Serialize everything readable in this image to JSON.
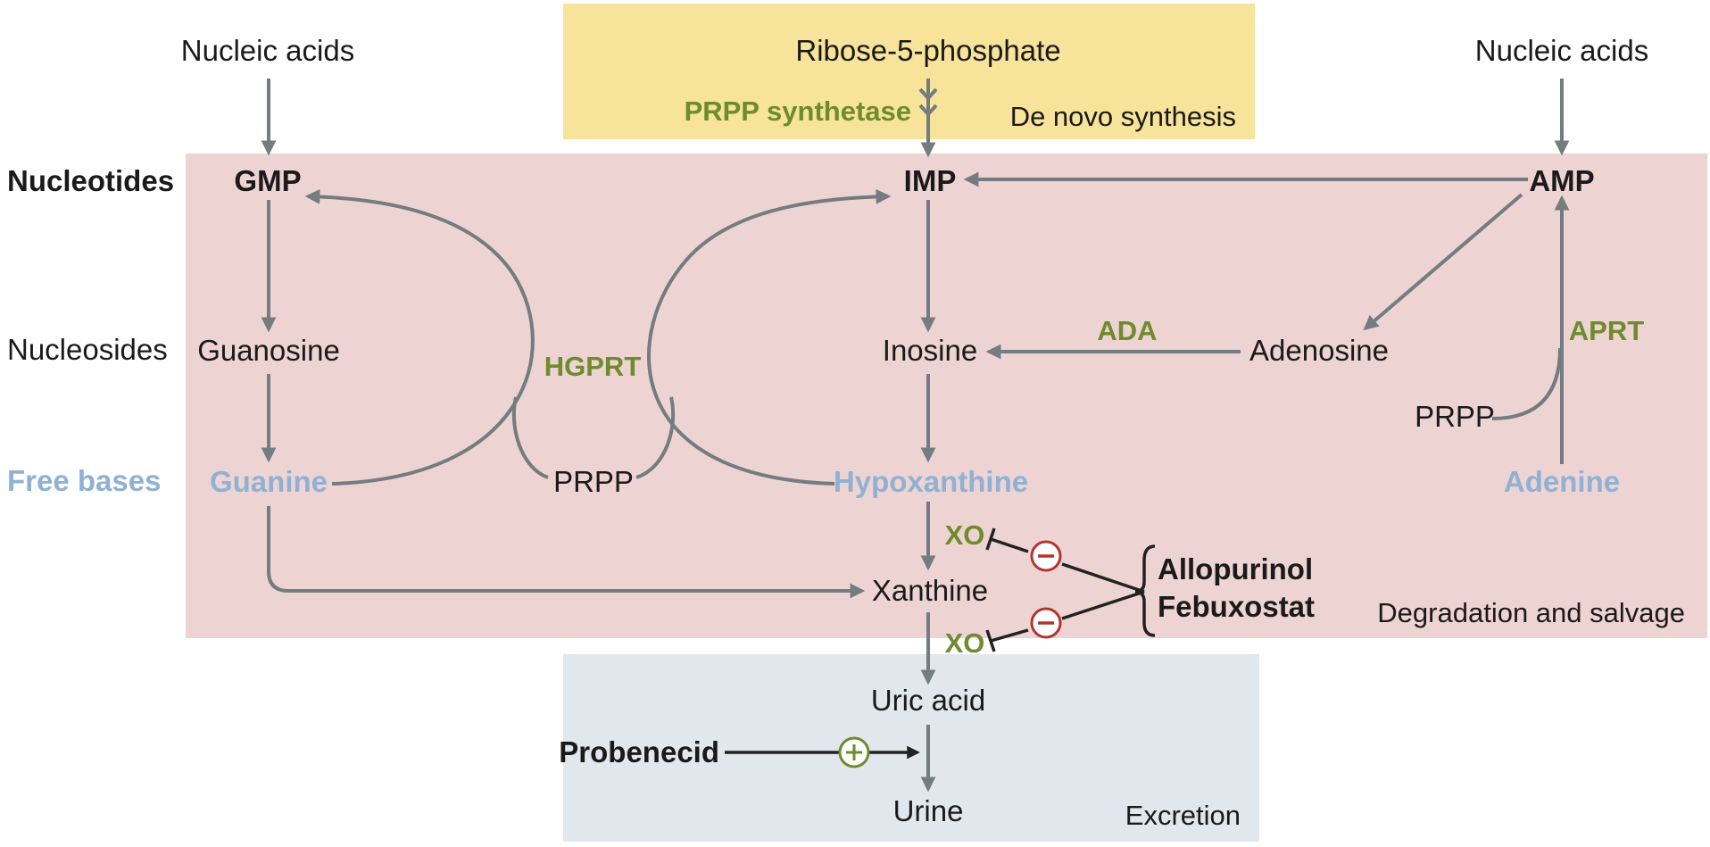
{
  "regions": {
    "de_novo": "De novo synthesis",
    "degradation": "Degradation and salvage",
    "excretion": "Excretion"
  },
  "row_labels": {
    "nucleotides": "Nucleotides",
    "nucleosides": "Nucleosides",
    "free_bases": "Free bases"
  },
  "nodes": {
    "nucleic_acids_left": "Nucleic acids",
    "nucleic_acids_right": "Nucleic acids",
    "ribose5p": "Ribose-5-phosphate",
    "gmp": "GMP",
    "imp": "IMP",
    "amp": "AMP",
    "guanosine": "Guanosine",
    "inosine": "Inosine",
    "adenosine": "Adenosine",
    "guanine": "Guanine",
    "prpp_mid": "PRPP",
    "hypoxanthine": "Hypoxanthine",
    "prpp_right": "PRPP",
    "adenine": "Adenine",
    "xanthine": "Xanthine",
    "uric_acid": "Uric acid",
    "urine": "Urine"
  },
  "enzymes": {
    "prpp_synthetase": "PRPP synthetase",
    "hgprt": "HGPRT",
    "ada": "ADA",
    "aprt": "APRT",
    "xo_upper": "XO",
    "xo_lower": "XO"
  },
  "drugs": {
    "allopurinol": "Allopurinol",
    "febuxostat": "Febuxostat",
    "probenecid": "Probenecid"
  },
  "symbols": {
    "inhibit_upper": "−",
    "inhibit_lower": "−",
    "stimulate": "+"
  },
  "colors": {
    "de_novo_bg": "#f7e39a",
    "degradation_bg": "#eed3d3",
    "excretion_bg": "#e2e7ee",
    "enzyme": "#6e8b2e",
    "free_base": "#8fb1d3",
    "arrow": "#737c7e",
    "inhibit": "#b0352f"
  }
}
